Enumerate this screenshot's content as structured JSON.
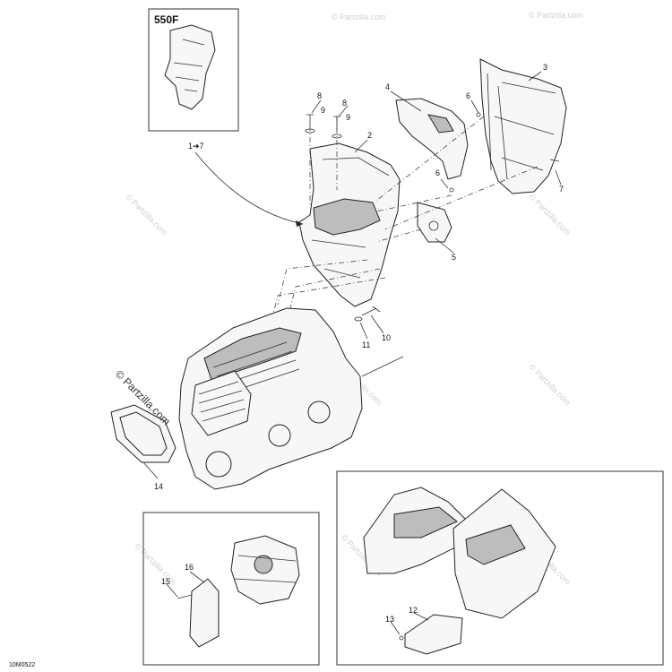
{
  "inset_top": {
    "title": "550F"
  },
  "callouts": [
    {
      "id": "c3",
      "text": "3"
    },
    {
      "id": "c4",
      "text": "4"
    },
    {
      "id": "c6a",
      "text": "6"
    },
    {
      "id": "c8a",
      "text": "8"
    },
    {
      "id": "c9a",
      "text": "9"
    },
    {
      "id": "c8b",
      "text": "8"
    },
    {
      "id": "c9b",
      "text": "9"
    },
    {
      "id": "c2",
      "text": "2"
    },
    {
      "id": "c1to7",
      "text": "1➔7"
    },
    {
      "id": "c6b",
      "text": "6"
    },
    {
      "id": "c7",
      "text": "7"
    },
    {
      "id": "c5",
      "text": "5"
    },
    {
      "id": "c10",
      "text": "10"
    },
    {
      "id": "c11",
      "text": "11"
    },
    {
      "id": "c14",
      "text": "14"
    },
    {
      "id": "c16",
      "text": "16"
    },
    {
      "id": "c15",
      "text": "15"
    },
    {
      "id": "c12",
      "text": "12"
    },
    {
      "id": "c13",
      "text": "13"
    }
  ],
  "watermark": {
    "main": "© Partzilla.com",
    "faint": "© Partzilla.com"
  },
  "drawing_code": "10M0522",
  "colors": {
    "line": "#222222",
    "shade": "#bdbdbd",
    "watermark": "#cfcfcf"
  }
}
